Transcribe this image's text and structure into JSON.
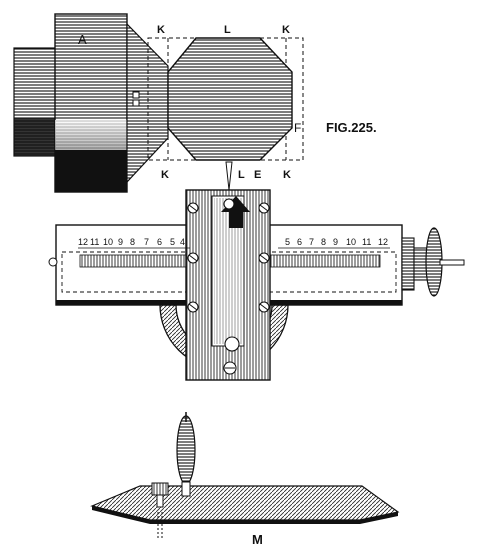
{
  "figure": {
    "caption": "FIG.225.",
    "labels": {
      "A": "A",
      "K_top_left": "K",
      "L_top": "L",
      "K_top_right": "K",
      "F": "F",
      "K_bottom_left": "K",
      "L_bottom": "L",
      "E": "E",
      "K_bottom_right": "K",
      "M": "M"
    },
    "scale_left": [
      "12",
      "11",
      "10",
      "9",
      "8",
      "7",
      "6",
      "5",
      "4"
    ],
    "scale_right": [
      "5",
      "6",
      "7",
      "8",
      "9",
      "10",
      "11",
      "12"
    ]
  }
}
